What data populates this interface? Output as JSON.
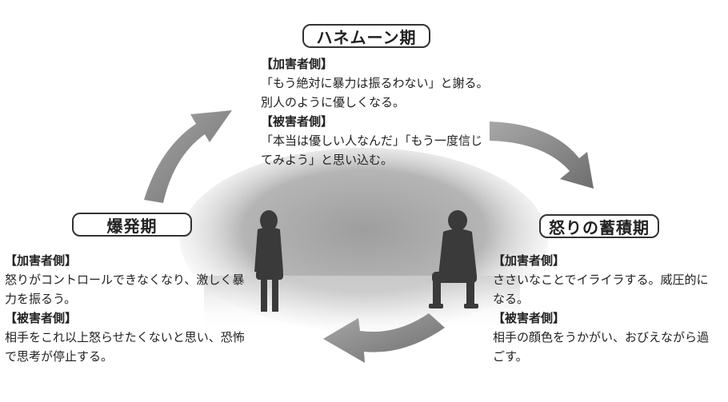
{
  "diagram": {
    "honeymoon": {
      "label": "ハネムーン期",
      "perpetrator_head": "【加害者側】",
      "perpetrator_text": "「もう絶対に暴力は振るわない」と謝る。別人のように優しくなる。",
      "victim_head": "【被害者側】",
      "victim_text": "「本当は優しい人なんだ」「もう一度信じてみよう」と思い込む。"
    },
    "explosion": {
      "label": "爆発期",
      "perpetrator_head": "【加害者側】",
      "perpetrator_text": "怒りがコントロールできなくなり、激しく暴力を振るう。",
      "victim_head": "【被害者側】",
      "victim_text": "相手をこれ以上怒らせたくないと思い、恐怖で思考が停止する。"
    },
    "accumulation": {
      "label": "怒りの蓄積期",
      "perpetrator_head": "【加害者側】",
      "perpetrator_text": "ささいなことでイライラする。威圧的になる。",
      "victim_head": "【被害者側】",
      "victim_text": "相手の顔色をうかがい、おびえながら過ごす。"
    },
    "colors": {
      "arrow": "#8a8a8a",
      "sky": "#bdbdbd",
      "figure": "#3a3a3a"
    }
  }
}
